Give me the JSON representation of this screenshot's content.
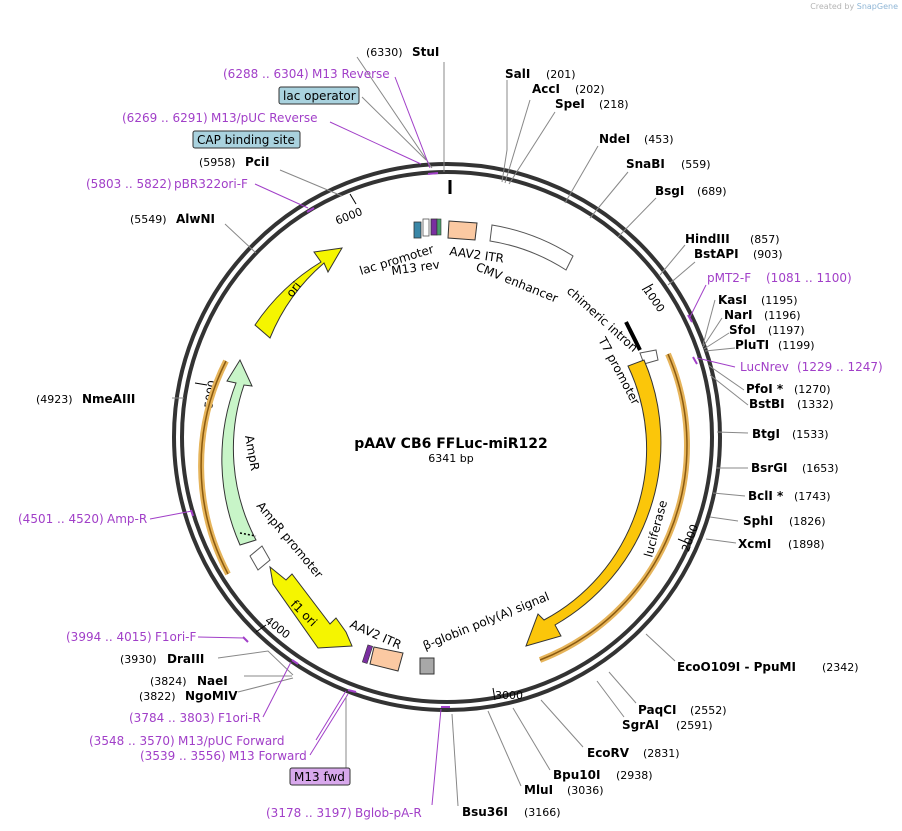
{
  "brand": {
    "prefix": "Created by",
    "name": "SnapGene"
  },
  "plasmid": {
    "name": "pAAV CB6 FFLuc-miR122",
    "length_label": "6341 bp"
  },
  "ticks": [
    "1000",
    "2000",
    "3000",
    "4000",
    "5000",
    "6000"
  ],
  "sites": [
    {
      "name": "StuI",
      "pos": "(6330)"
    },
    {
      "name": "SalI",
      "pos": "(201)"
    },
    {
      "name": "AccI",
      "pos": "(202)"
    },
    {
      "name": "SpeI",
      "pos": "(218)"
    },
    {
      "name": "NdeI",
      "pos": "(453)"
    },
    {
      "name": "SnaBI",
      "pos": "(559)"
    },
    {
      "name": "BsgI",
      "pos": "(689)"
    },
    {
      "name": "HindIII",
      "pos": "(857)"
    },
    {
      "name": "BstAPI",
      "pos": "(903)"
    },
    {
      "name": "KasI",
      "pos": "(1195)"
    },
    {
      "name": "NarI",
      "pos": "(1196)"
    },
    {
      "name": "SfoI",
      "pos": "(1197)"
    },
    {
      "name": "PluTI",
      "pos": "(1199)"
    },
    {
      "name": "PfoI *",
      "pos": "(1270)"
    },
    {
      "name": "BstBI",
      "pos": "(1332)"
    },
    {
      "name": "BtgI",
      "pos": "(1533)"
    },
    {
      "name": "BsrGI",
      "pos": "(1653)"
    },
    {
      "name": "BclI *",
      "pos": "(1743)"
    },
    {
      "name": "SphI",
      "pos": "(1826)"
    },
    {
      "name": "XcmI",
      "pos": "(1898)"
    },
    {
      "name": "EcoO109I - PpuMI",
      "pos": "(2342)"
    },
    {
      "name": "PaqCI",
      "pos": "(2552)"
    },
    {
      "name": "SgrAI",
      "pos": "(2591)"
    },
    {
      "name": "EcoRV",
      "pos": "(2831)"
    },
    {
      "name": "Bpu10I",
      "pos": "(2938)"
    },
    {
      "name": "MluI",
      "pos": "(3036)"
    },
    {
      "name": "Bsu36I",
      "pos": "(3166)"
    },
    {
      "name": "DraIII",
      "pos": "(3930)"
    },
    {
      "name": "NaeI",
      "pos": "(3824)"
    },
    {
      "name": "NgoMIV",
      "pos": "(3822)"
    },
    {
      "name": "NmeAIII",
      "pos": "(4923)"
    },
    {
      "name": "AlwNI",
      "pos": "(5549)"
    },
    {
      "name": "PciI",
      "pos": "(5958)"
    }
  ],
  "primers": [
    {
      "range": "(6288 .. 6304)",
      "name": "M13 Reverse"
    },
    {
      "range": "(6269 .. 6291)",
      "name": "M13/pUC Reverse"
    },
    {
      "range": "(5803 .. 5822)",
      "name": "pBR322ori-F"
    },
    {
      "range": "(1081 .. 1100)",
      "name": "pMT2-F"
    },
    {
      "range": "(1229 .. 1247)",
      "name": "LucNrev"
    },
    {
      "range": "(4501 .. 4520)",
      "name": "Amp-R"
    },
    {
      "range": "(3994 .. 4015)",
      "name": "F1ori-F"
    },
    {
      "range": "(3784 .. 3803)",
      "name": "F1ori-R"
    },
    {
      "range": "(3548 .. 3570)",
      "name": "M13/pUC Forward"
    },
    {
      "range": "(3539 .. 3556)",
      "name": "M13 Forward"
    },
    {
      "range": "(3178 .. 3197)",
      "name": "Bglob-pA-R"
    }
  ],
  "boxed_labels": [
    {
      "text": "lac operator",
      "kind": "feature"
    },
    {
      "text": "CAP binding site",
      "kind": "feature"
    },
    {
      "text": "M13 fwd",
      "kind": "primer"
    }
  ],
  "features": [
    {
      "name": "AAV2 ITR"
    },
    {
      "name": "CMV enhancer"
    },
    {
      "name": "chimeric intron"
    },
    {
      "name": "T7 promoter"
    },
    {
      "name": "luciferase"
    },
    {
      "name": "β-globin poly(A) signal"
    },
    {
      "name": "AAV2 ITR"
    },
    {
      "name": "f1 ori"
    },
    {
      "name": "AmpR promoter"
    },
    {
      "name": "AmpR"
    },
    {
      "name": "ori"
    },
    {
      "name": "lac promoter"
    },
    {
      "name": "M13 rev"
    }
  ],
  "colors": {
    "backbone": "#333333",
    "primer": "#a13fc8",
    "boxed_feature_fill": "#a9d2de",
    "boxed_primer_fill": "#d8a8ec",
    "itr": "#fbc9a2",
    "luciferase": "#fbc60a",
    "ori": "#f5f500",
    "ampr": "#c8f5c8",
    "cmv": "#ffffff",
    "lac_promoter": "#3a86a6",
    "orange_strand": "#e6b45a"
  }
}
